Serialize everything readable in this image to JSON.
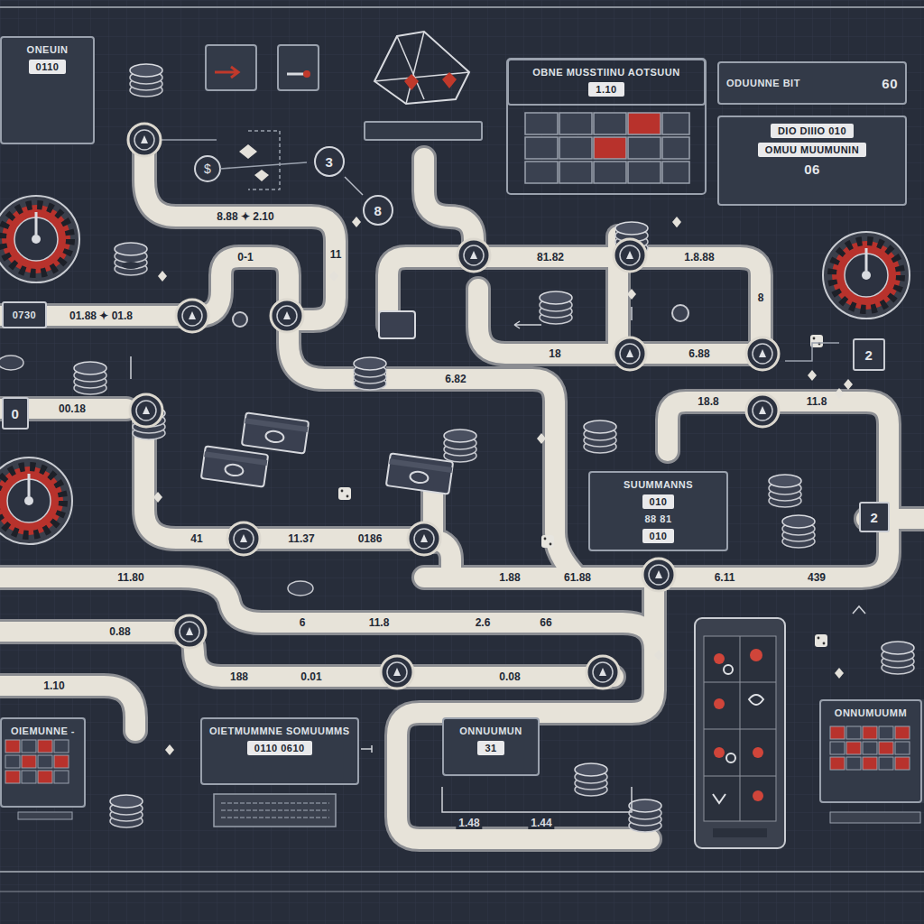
{
  "diagram": {
    "nodes": [
      {
        "text": [
          "ONEUIN",
          "0110"
        ]
      },
      {
        "text": [
          "OBNE MUSSTIINU AOTSUUN",
          "1.10"
        ]
      },
      {
        "text": [
          "ODUUNNE BIT",
          "60"
        ]
      },
      {
        "text": [
          "DIO DIIIO 010",
          "OMUU MUUMUNIN",
          "06"
        ]
      },
      {
        "text": [
          "3"
        ]
      },
      {
        "text": [
          "8"
        ]
      },
      {
        "text": [
          "0730"
        ]
      },
      {
        "text": [
          "2"
        ]
      },
      {
        "text": [
          "0"
        ]
      },
      {
        "text": [
          "SUUMMANNS",
          "010",
          "88 81",
          "010"
        ]
      },
      {
        "text": [
          "2"
        ]
      },
      {
        "text": [
          "OIEMUNNE -"
        ]
      },
      {
        "text": [
          "OIETMUMMNE SOMUUMMS",
          "0110 0610"
        ]
      },
      {
        "text": [
          "ONNUUMUN",
          "31"
        ]
      },
      {
        "text": [
          "ONNUMUUMM"
        ]
      }
    ],
    "edges": [
      {
        "from": 4,
        "to": 5,
        "arrow": "none"
      }
    ],
    "labels": [
      "8.88 ✦ 2.10",
      "11",
      "0-1",
      "01.88 ✦ 01.8",
      "81.82",
      "1.8.88",
      "8",
      "18",
      "6.88",
      "6.82",
      "18.8",
      "11.8",
      "00.18",
      "41",
      "11.37",
      "0186",
      "1.88",
      "61.88",
      "6.11",
      "439",
      "11.80",
      "6",
      "11.8",
      "2.6",
      "66",
      "0.88",
      "1.10",
      "188",
      "0.01",
      "0.08",
      "1.48",
      "1.44"
    ]
  }
}
